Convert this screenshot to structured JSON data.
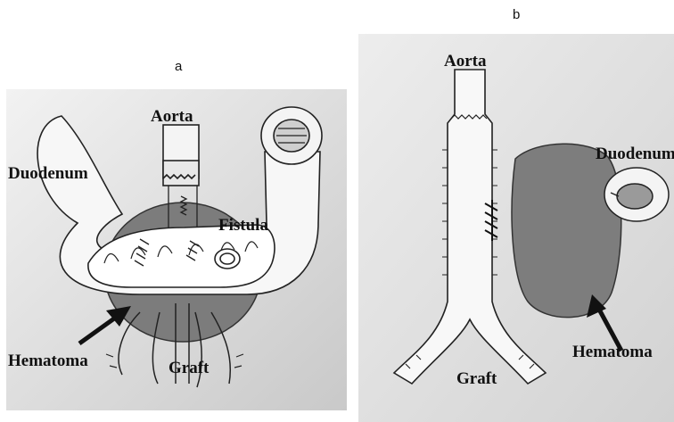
{
  "figure": {
    "panel_a": {
      "letter": "a",
      "labels": {
        "aorta": "Aorta",
        "duodenum": "Duodenum",
        "fistula": "Fistula",
        "hematoma": "Hematoma",
        "graft": "Graft"
      }
    },
    "panel_b": {
      "letter": "b",
      "labels": {
        "aorta": "Aorta",
        "duodenum": "Duodenum",
        "hematoma": "Hematoma",
        "graft": "Graft"
      }
    }
  },
  "colors": {
    "panel_background": "#dcdcdc",
    "hematoma": "#8a8a8a",
    "hematoma_dark": "#5f5f5f",
    "outline": "#222222"
  }
}
